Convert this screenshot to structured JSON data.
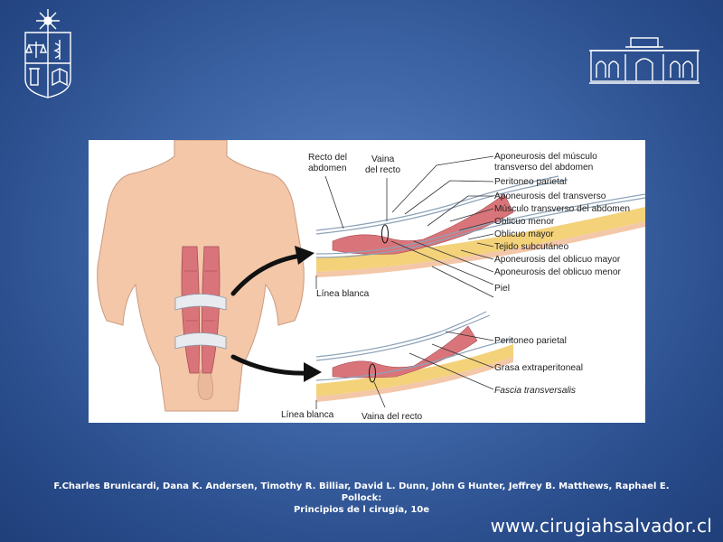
{
  "figure": {
    "labels_top": {
      "recto_line1": "Recto del",
      "recto_line2": "abdomen",
      "vaina_line1": "Vaina",
      "vaina_line2": "del recto",
      "linea_blanca": "Línea blanca"
    },
    "labels_right_top": [
      "Aponeurosis del músculo",
      "transverso del abdomen",
      "Peritoneo parietal",
      "Aponeurosis del transverso",
      "Músculo transverso del abdomen",
      "Oblicuo menor",
      "Oblicuo mayor",
      "Tejido subcutáneo",
      "Aponeurosis del oblicuo mayor",
      "Aponeurosis del oblicuo menor",
      "Piel"
    ],
    "labels_bottom": {
      "peritoneo": "Peritoneo parietal",
      "grasa": "Grasa extraperitoneal",
      "fascia": "Fascia transversalis",
      "linea_blanca": "Línea blanca",
      "vaina": "Vaina del recto"
    }
  },
  "citation": {
    "line1": "F.Charles Brunicardi, Dana K. Andersen, Timothy R. Billiar, David L. Dunn, John G Hunter, Jeffrey B. Matthews, Raphael E. Pollock:",
    "line2": "Principios de l cirugía, 10e"
  },
  "website": "www.cirugiahsalvador.cl",
  "colors": {
    "background": "#3f67a8",
    "skin": "#f3c7a8",
    "muscle": "#d9757a",
    "fat": "#f3d27a"
  }
}
